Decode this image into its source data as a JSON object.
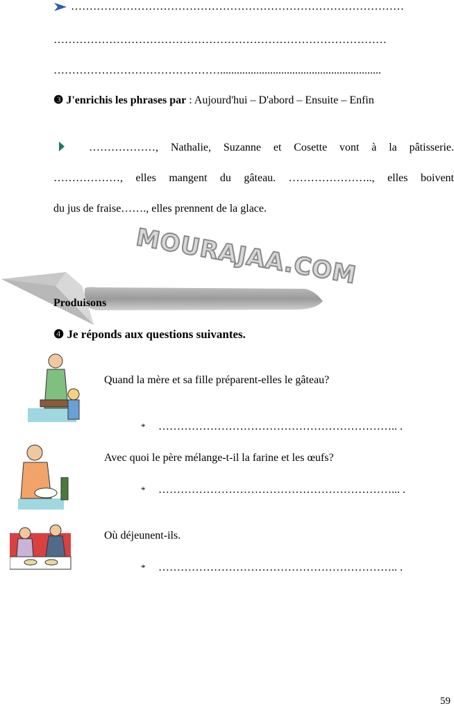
{
  "top_lines": [
    "………………………………………………………………………………",
    "………………………………………………………………………………",
    "……………………………………….........................................................."
  ],
  "exercise3": {
    "number": "❸",
    "title": "J'enrichis les phrases par",
    "words": " : Aujourd'hui – D'abord – Ensuite – Enfin"
  },
  "paragraph": {
    "line1": "………………, Nathalie, Suzanne et Cosette vont à la pâtisserie.",
    "line2": "………………, elles mangent du gâteau. ………………….., elles boivent",
    "line3": "du jus de fraise……., elles prennent de la glace."
  },
  "watermark": "MOURAJAA.COM",
  "section_title": "Produisons",
  "exercise4": {
    "number": "❹",
    "title": "Je réponds aux questions suivantes."
  },
  "questions": [
    {
      "text": "Quand la mère et sa fille préparent-elles le gâteau?",
      "answer_bullet": "*",
      "answer": "……………………………………………………….. ."
    },
    {
      "text": "Avec quoi le père mélange-t-il la farine et les œufs?",
      "answer_bullet": "*",
      "answer": "………………………………………………………... ."
    },
    {
      "text": "Où déjeunent-ils.",
      "answer_bullet": "*",
      "answer": "……………………………………………………….. ."
    }
  ],
  "page_number": "59"
}
